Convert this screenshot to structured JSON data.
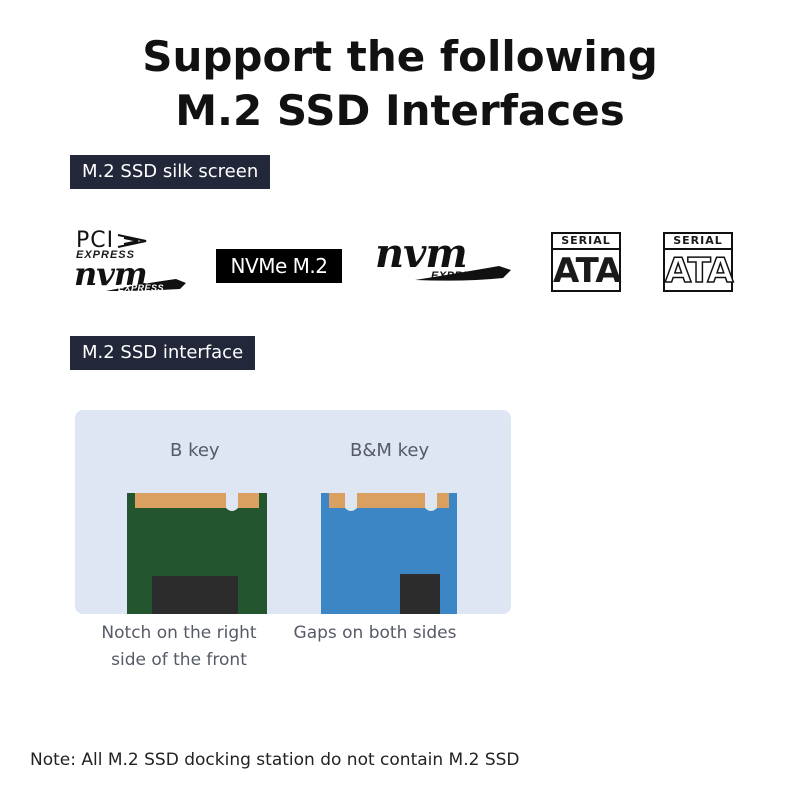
{
  "title": {
    "line1": "Support the following",
    "line2": "M.2 SSD Interfaces"
  },
  "sections": {
    "silk_screen": "M.2 SSD silk screen",
    "interface": "M.2 SSD interface"
  },
  "logos": {
    "pci": {
      "brand": "PCI",
      "express": "EXPRESS",
      "nvm": "nvm",
      "nvm_express": "EXPRESS"
    },
    "nvme_m2": "NVMe M.2",
    "nvm_express": {
      "nvm": "nvm",
      "express": "EXPRESS"
    },
    "sata1": {
      "top": "SERIAL",
      "main": "ATA"
    },
    "sata2": {
      "top": "SERIAL",
      "main": "ATA"
    }
  },
  "keys": {
    "b_key": {
      "label": "B key",
      "caption_line1": "Notch on the right",
      "caption_line2": "side of the front"
    },
    "bm_key": {
      "label": "B&M key",
      "caption_line1": "Gaps on both sides"
    }
  },
  "colors": {
    "tag_bg": "#23273a",
    "panel_bg": "#dde6f2",
    "b_key_board": "#23562f",
    "bm_key_board": "#3d86c6",
    "contacts": "#d9a062",
    "chip": "#2c2c2c"
  },
  "note": "Note: All M.2 SSD docking station do not contain M.2 SSD"
}
